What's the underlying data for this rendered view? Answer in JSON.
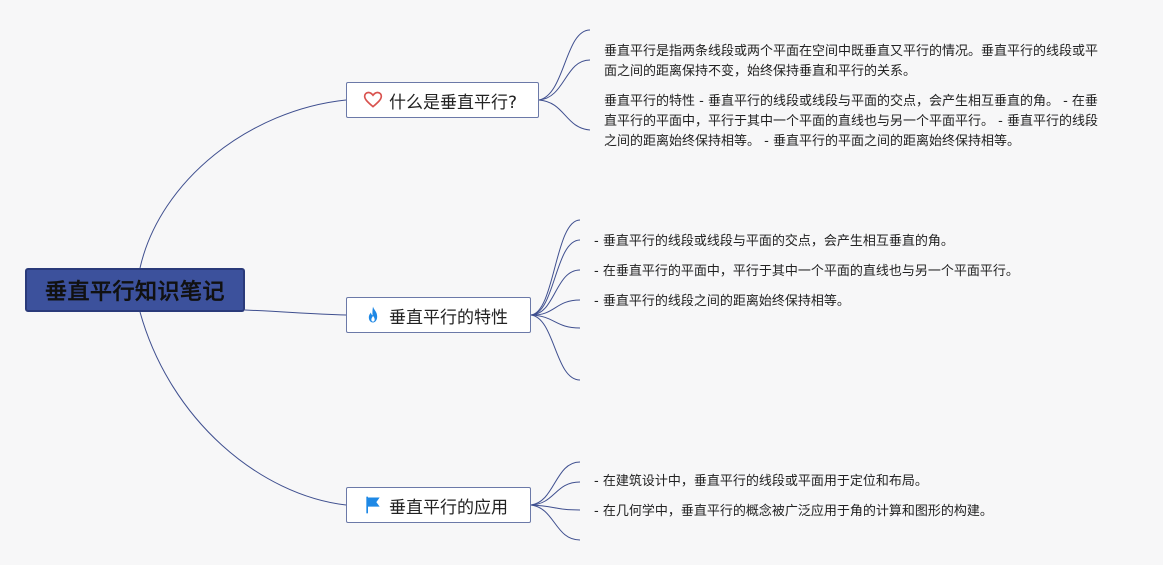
{
  "root": {
    "title": "垂直平行知识笔记"
  },
  "branches": [
    {
      "label": "什么是垂直平行?",
      "icon": "heart-icon",
      "leaves": [
        "垂直平行是指两条线段或两个平面在空间中既垂直又平行的情况。垂直平行的线段或平面之间的距离保持不变，始终保持垂直和平行的关系。",
        "垂直平行的特性 - 垂直平行的线段或线段与平面的交点，会产生相互垂直的角。 - 在垂直平行的平面中，平行于其中一个平面的直线也与另一个平面平行。 - 垂直平行的线段之间的距离始终保持相等。 - 垂直平行的平面之间的距离始终保持相等。"
      ]
    },
    {
      "label": "垂直平行的特性",
      "icon": "fire-icon",
      "leaves": [
        "- 垂直平行的线段或线段与平面的交点，会产生相互垂直的角。",
        "- 在垂直平行的平面中，平行于其中一个平面的直线也与另一个平面平行。",
        "- 垂直平行的线段之间的距离始终保持相等。"
      ]
    },
    {
      "label": "垂直平行的应用",
      "icon": "flag-icon",
      "leaves": [
        "- 在建筑设计中，垂直平行的线段或平面用于定位和布局。",
        "- 在几何学中，垂直平行的概念被广泛应用于角的计算和图形的构建。"
      ]
    }
  ],
  "colors": {
    "root_fill": "#3c519c",
    "connector": "#3f4f8f",
    "branch_border": "#6b79a8",
    "heart": "#d9534f",
    "fire": "#1e88e5",
    "flag": "#1e88e5"
  }
}
